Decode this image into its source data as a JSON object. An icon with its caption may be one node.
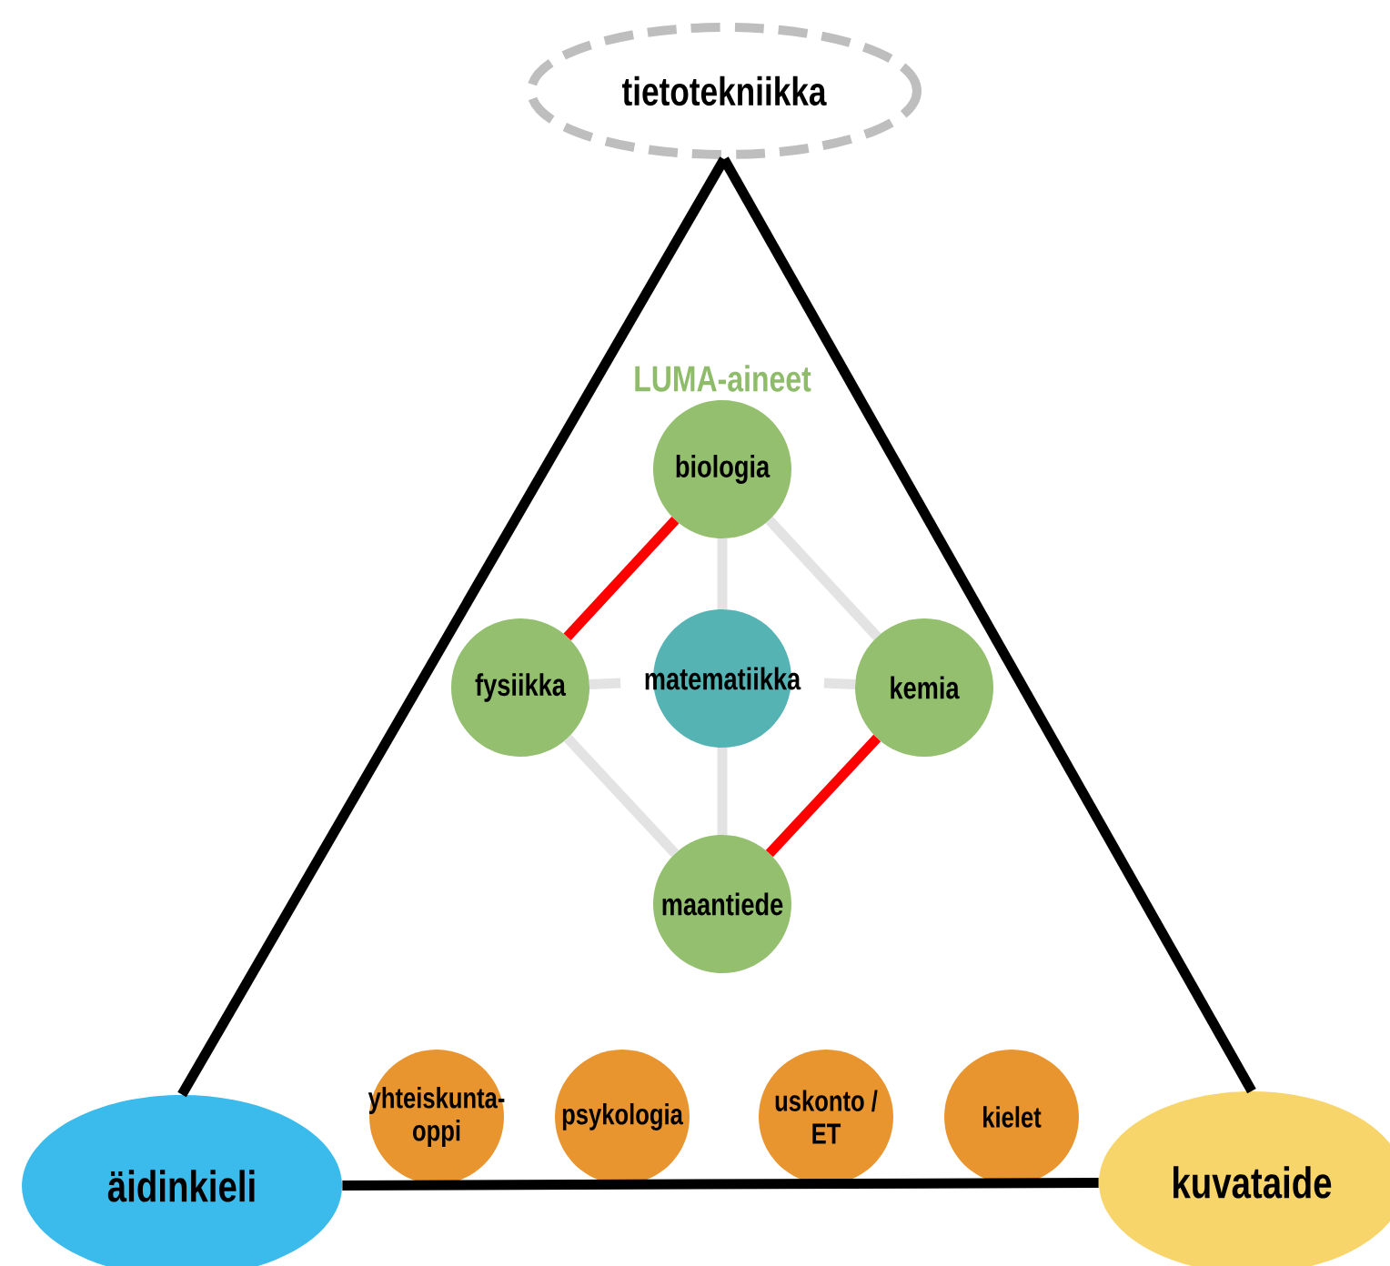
{
  "diagram": {
    "nodes": [
      {
        "text": [
          "tietotekniikka"
        ]
      },
      {
        "text": [
          "äidinkieli"
        ]
      },
      {
        "text": [
          "kuvataide"
        ]
      },
      {
        "text": [
          "biologia"
        ]
      },
      {
        "text": [
          "fysiikka"
        ]
      },
      {
        "text": [
          "matematiikka"
        ]
      },
      {
        "text": [
          "kemia"
        ]
      },
      {
        "text": [
          "maantiede"
        ]
      },
      {
        "text": [
          "yhteiskunta-oppi"
        ]
      },
      {
        "text": [
          "psykologia"
        ]
      },
      {
        "text": [
          "uskonto / ET"
        ]
      },
      {
        "text": [
          "kielet"
        ]
      }
    ],
    "edges": [
      {
        "from": 0,
        "to": 1,
        "arrow": "none",
        "color": "#000000"
      },
      {
        "from": 0,
        "to": 2,
        "arrow": "none",
        "color": "#000000"
      },
      {
        "from": 1,
        "to": 2,
        "arrow": "none",
        "color": "#000000"
      },
      {
        "from": 3,
        "to": 4,
        "arrow": "none",
        "color": "#ff0000"
      },
      {
        "from": 3,
        "to": 6,
        "arrow": "none",
        "color": "#e3e3e3"
      },
      {
        "from": 3,
        "to": 5,
        "arrow": "none",
        "color": "#e3e3e3"
      },
      {
        "from": 4,
        "to": 5,
        "arrow": "none",
        "color": "#e3e3e3"
      },
      {
        "from": 5,
        "to": 6,
        "arrow": "none",
        "color": "#e3e3e3"
      },
      {
        "from": 5,
        "to": 7,
        "arrow": "none",
        "color": "#e3e3e3"
      },
      {
        "from": 4,
        "to": 7,
        "arrow": "none",
        "color": "#e3e3e3"
      },
      {
        "from": 6,
        "to": 7,
        "arrow": "none",
        "color": "#ff0000"
      }
    ],
    "labels": [
      "LUMA-aineet"
    ]
  }
}
